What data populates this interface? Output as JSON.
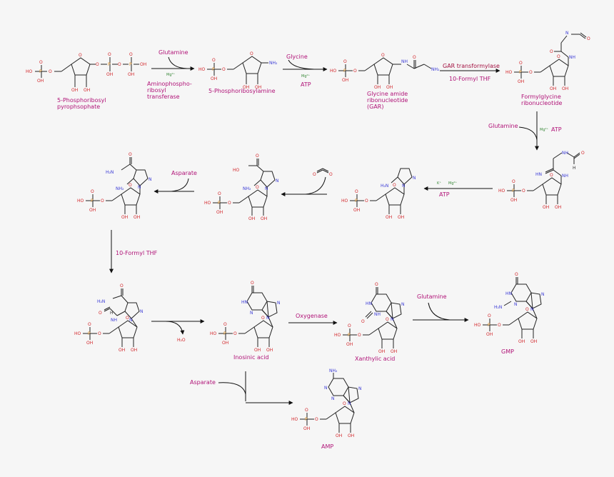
{
  "colors": {
    "background": "#f6f6f6",
    "label": "#b01277",
    "enzyme_dark": "#a21040",
    "oxygen": "#d3262a",
    "nitrogen": "#3b3bd6",
    "phosphorus": "#d98b1f",
    "magnesium": "#3a8a3a",
    "bond": "#222222"
  },
  "atoms": {
    "ho": "HO",
    "oh": "OH",
    "o": "O",
    "p": "P",
    "n": "N",
    "nh": "NH",
    "hn": "HN",
    "nh2": "NH₂",
    "h2n": "H₂N",
    "h": "H",
    "mg": "Mg²⁺",
    "k": "K⁺"
  },
  "compounds": {
    "prpp": "5-Phosphoribosyl pyrophsophate",
    "pra": "5-Phosphoribosylamine",
    "gar": "Glycine amide ribonucleotide (GAR)",
    "fgar": "Formylglycine ribonucleotide",
    "imp": "Inosinic acid",
    "xmp": "Xanthylic acid",
    "gmp": "GMP",
    "amp": "AMP",
    "water": "H₂O"
  },
  "reagents": {
    "glutamine_1": "Glutamine",
    "enzyme_1": "Aminophospho- ribosyl transferase",
    "glycine": "Glycine",
    "atp_1": "ATP",
    "gar_enzyme": "GAR transformylase",
    "formyl_thf_1": "10-Formyl THF",
    "glutamine_2": "Glutamine",
    "atp_2": "ATP",
    "atp_3": "ATP",
    "asparate_1": "Asparate",
    "formyl_thf_2": "10-Formyl THF",
    "oxygenase": "Oxygenase",
    "glutamine_3": "Glutamine",
    "asparate_2": "Asparate"
  }
}
